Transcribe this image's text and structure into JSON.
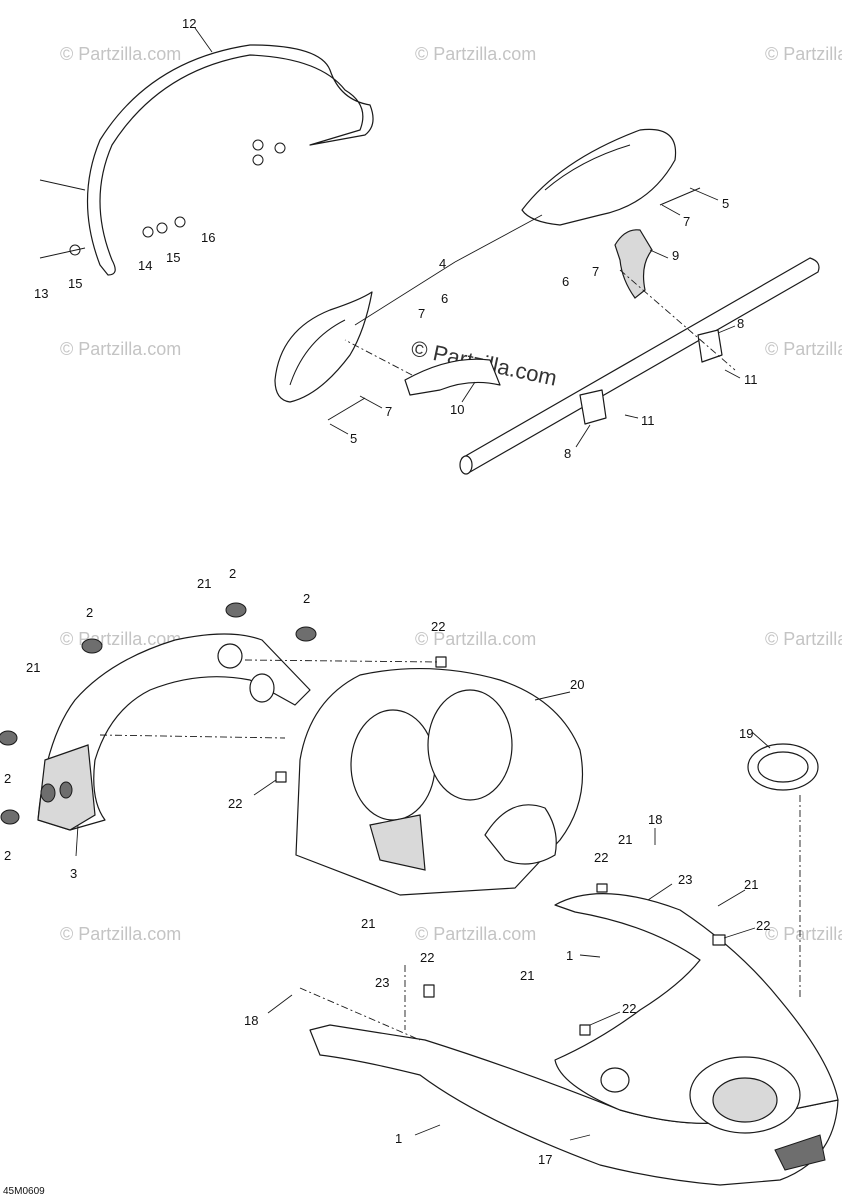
{
  "diagram": {
    "code": "45M0609",
    "watermark": "© Partzilla.com",
    "callouts": {
      "c1a": "1",
      "c1b": "1",
      "c2a": "2",
      "c2b": "2",
      "c2c": "2",
      "c2d": "2",
      "c2e": "2",
      "c3": "3",
      "c4": "4",
      "c5a": "5",
      "c5b": "5",
      "c6a": "6",
      "c6b": "6",
      "c7a": "7",
      "c7b": "7",
      "c7c": "7",
      "c7d": "7",
      "c8a": "8",
      "c8b": "8",
      "c9": "9",
      "c10": "10",
      "c11a": "11",
      "c11b": "11",
      "c12": "12",
      "c13": "13",
      "c14": "14",
      "c15a": "15",
      "c15b": "15",
      "c16": "16",
      "c17": "17",
      "c18a": "18",
      "c18b": "18",
      "c19": "19",
      "c20": "20",
      "c21a": "21",
      "c21b": "21",
      "c21c": "21",
      "c21d": "21",
      "c21e": "21",
      "c21f": "21",
      "c22a": "22",
      "c22b": "22",
      "c22c": "22",
      "c22d": "22",
      "c22e": "22",
      "c22f": "22",
      "c23a": "23",
      "c23b": "23"
    }
  }
}
